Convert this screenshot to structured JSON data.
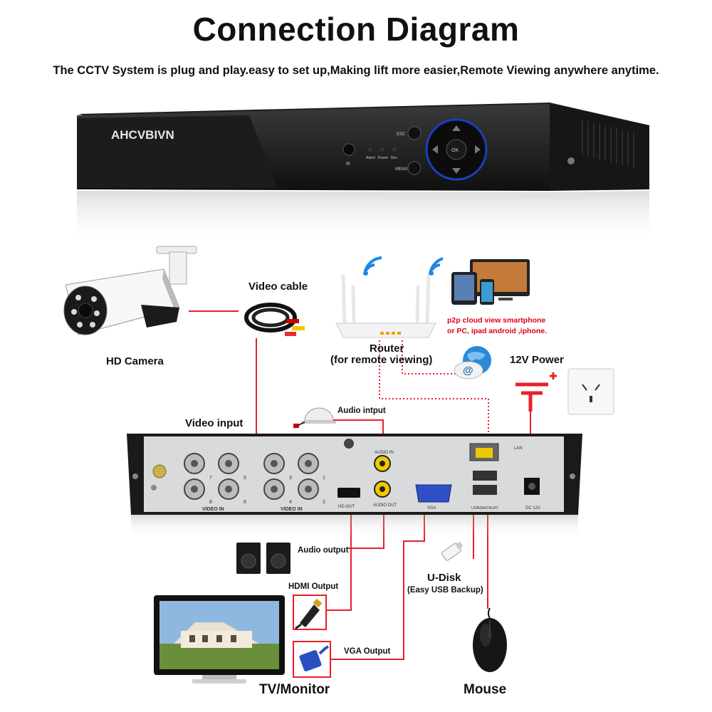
{
  "title": "Connection Diagram",
  "subtitle": "The CCTV System is plug and play.easy to set up,Making lift more easier,Remote Viewing anywhere anytime.",
  "dvr_front": {
    "brand": "AHCVBIVN",
    "ir_label": "IR",
    "led_labels": [
      "Alarm",
      "Power",
      "Rec"
    ],
    "esc_label": "ESC",
    "menu_label": "MENU",
    "ok_label": "OK"
  },
  "labels": {
    "hd_camera": "HD Camera",
    "video_cable": "Video cable",
    "router": "Router",
    "router_note": "(for remote viewing)",
    "p2p_line1": "p2p cloud  view smartphone",
    "p2p_line2": "or PC, ipad android ,iphone.",
    "power_12v": "12V Power",
    "video_input": "Video input",
    "audio_input": "Audio intput",
    "audio_output": "Audio output",
    "hdmi_output": "HDMI Output",
    "vga_output": "VGA Output",
    "udisk": "U-Disk",
    "udisk_note": "(Easy USB Backup)",
    "tv_monitor": "TV/Monitor",
    "mouse": "Mouse"
  },
  "dvr_back": {
    "video_in_left": "VIDEO IN",
    "video_in_right": "VIDEO IN",
    "channel_numbers": [
      "7",
      "5",
      "8",
      "6",
      "3",
      "1",
      "4",
      "2"
    ],
    "audio_in": "AUDIO IN",
    "audio_out": "AUDIO OUT",
    "hd_out": "HD-OUT",
    "vga": "VGA",
    "lan": "LAN",
    "usb": "USB(BACKUP)",
    "dc": "DC 12V"
  },
  "colors": {
    "connector": "#e8202a",
    "title": "#111111",
    "note": "#e0001b",
    "wifi": "#1e88e5"
  }
}
